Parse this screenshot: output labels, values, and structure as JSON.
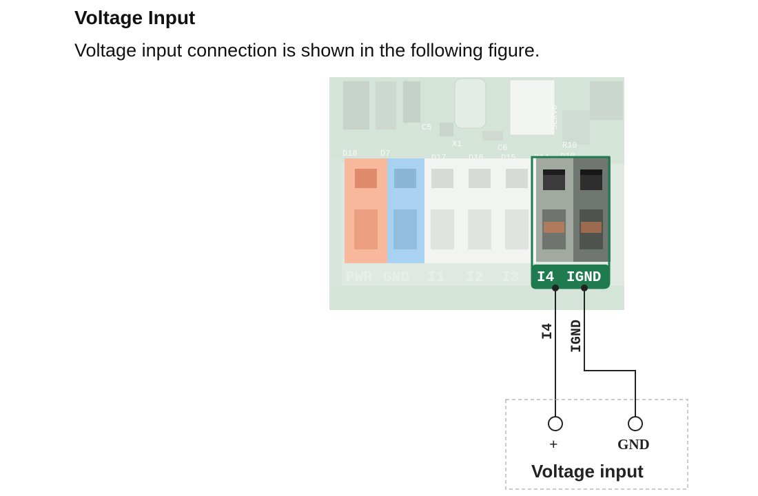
{
  "section": {
    "heading": "Voltage Input",
    "description": "Voltage input connection is shown in the following figure."
  },
  "figure": {
    "board": {
      "pin_labels": [
        "PWR",
        "GND",
        "I1",
        "I2",
        "I3",
        "I4",
        "IGND"
      ],
      "silkscreen": [
        "D18",
        "D7",
        "D17",
        "D16",
        "D15",
        "D14",
        "D10",
        "R10",
        "C5",
        "C6",
        "X1",
        "SERVO"
      ],
      "highlight_color": "#1f7a50",
      "terminal_colors": [
        "#f39b78",
        "#8cc0ea",
        "#e8ece6",
        "#e8ece6",
        "#e8ece6",
        "#8d958c",
        "#5b615a"
      ]
    },
    "wires": {
      "i4_label": "I4",
      "ignd_label": "IGND"
    },
    "source_box": {
      "plus_label": "+",
      "gnd_label": "GND",
      "title": "Voltage input"
    }
  }
}
